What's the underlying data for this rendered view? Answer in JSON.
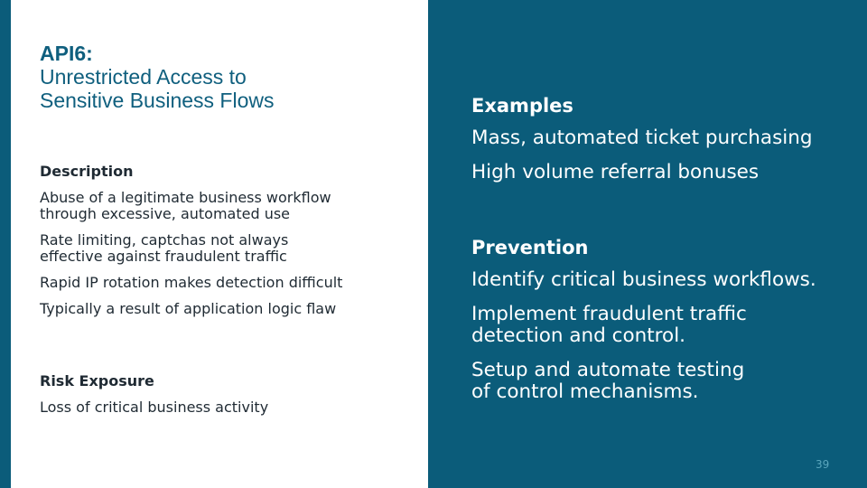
{
  "title": {
    "code": "API6:",
    "name_line1": "Unrestricted Access to",
    "name_line2": "Sensitive Business Flows"
  },
  "description": {
    "heading": "Description",
    "items": [
      "Abuse of a legitimate business workflow through excessive, automated use",
      "Rate limiting, captchas not always effective against fraudulent traffic",
      "Rapid IP rotation makes detection difficult",
      "Typically a result of application logic flaw"
    ]
  },
  "risk": {
    "heading": "Risk Exposure",
    "items": [
      "Loss of critical business activity"
    ]
  },
  "examples": {
    "heading": "Examples",
    "items": [
      "Mass, automated ticket purchasing",
      "High volume referral bonuses"
    ]
  },
  "prevention": {
    "heading": "Prevention",
    "items": [
      "Identify critical business workflows.",
      "Implement fraudulent traffic detection and control.",
      "Setup and automate testing of control mechanisms."
    ]
  },
  "page_number": "39"
}
